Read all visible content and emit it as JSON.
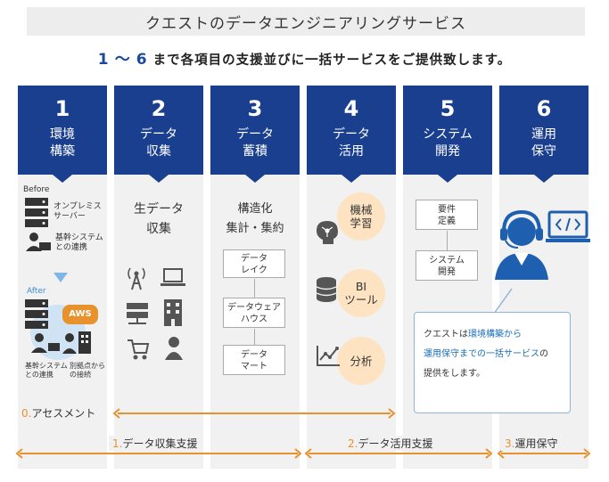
{
  "title": "クエストのデータエンジニアリングサービス",
  "subtitle": {
    "num1": "1",
    "tilde": "〜",
    "num2": "6",
    "text": "まで各項目の支援並びに一括サービスをご提供致します。"
  },
  "columns": [
    {
      "number": "1",
      "line1": "環境",
      "line2": "構築"
    },
    {
      "number": "2",
      "line1": "データ",
      "line2": "収集"
    },
    {
      "number": "3",
      "line1": "データ",
      "line2": "蓄積"
    },
    {
      "number": "4",
      "line1": "データ",
      "line2": "活用"
    },
    {
      "number": "5",
      "line1": "システム",
      "line2": "開発"
    },
    {
      "number": "6",
      "line1": "運用",
      "line2": "保守"
    }
  ],
  "col1": {
    "before": "Before",
    "onprem1": "オンプレミス",
    "onprem2": "サーバー",
    "core1": "基幹システム",
    "core2": "との連携",
    "after": "After",
    "aws": "AWS",
    "core_after1": "基幹システム",
    "core_after2": "との連携",
    "branch1": "別拠点から",
    "branch2": "の接続"
  },
  "col2": {
    "line1": "生データ",
    "line2": "収集"
  },
  "col3": {
    "line1": "構造化",
    "line2": "集計・集約",
    "box1a": "データ",
    "box1b": "レイク",
    "box2a": "データウェア",
    "box2b": "ハウス",
    "box3a": "データ",
    "box3b": "マート"
  },
  "col4": {
    "ml1": "機械",
    "ml2": "学習",
    "bi1": "BI",
    "bi2": "ツール",
    "analysis": "分析"
  },
  "col5": {
    "box1a": "要件",
    "box1b": "定義",
    "box2a": "システム",
    "box2b": "開発"
  },
  "callout": {
    "l1_pre": "クエストは",
    "l1_hl": "環境構築から",
    "l2_hl": "運用保守までの一括サービス",
    "l2_post": "の",
    "l3": "提供をします。"
  },
  "phases": {
    "p0_num": "0.",
    "p0_text": "アセスメント",
    "p1_num": "1.",
    "p1_text": "データ収集支援",
    "p2_num": "2.",
    "p2_text": "データ活用支援",
    "p3_num": "3.",
    "p3_text": "運用保守"
  },
  "colors": {
    "header": "#1b3f8f",
    "accent": "#e8922e",
    "circle": "#fde3c2",
    "highlight": "#1a6fb8"
  }
}
